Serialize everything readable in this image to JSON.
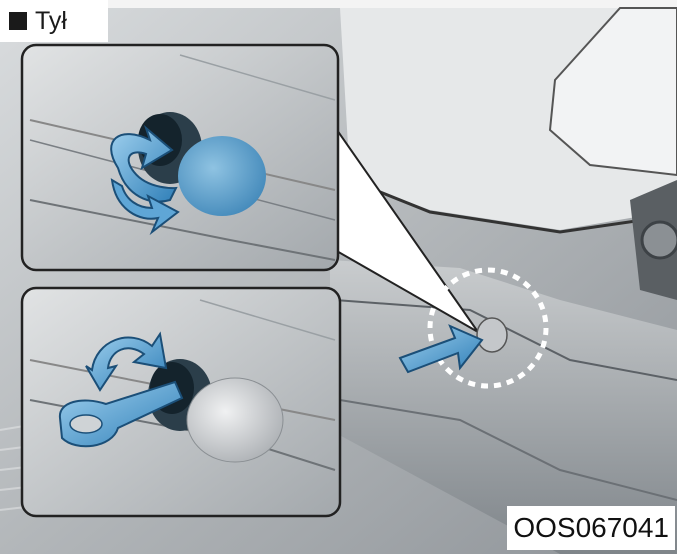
{
  "section_label": {
    "text": "Tył",
    "marker": "black-square"
  },
  "figure_code": "OOS067041",
  "icons": [
    "rotate-arrow-icon",
    "push-arrow-icon",
    "curved-arrow-icon",
    "tow-hook",
    "cover-cap"
  ],
  "colors": {
    "accent_blue": "#4e9ccf",
    "car_gray": "#b9bcbf"
  }
}
